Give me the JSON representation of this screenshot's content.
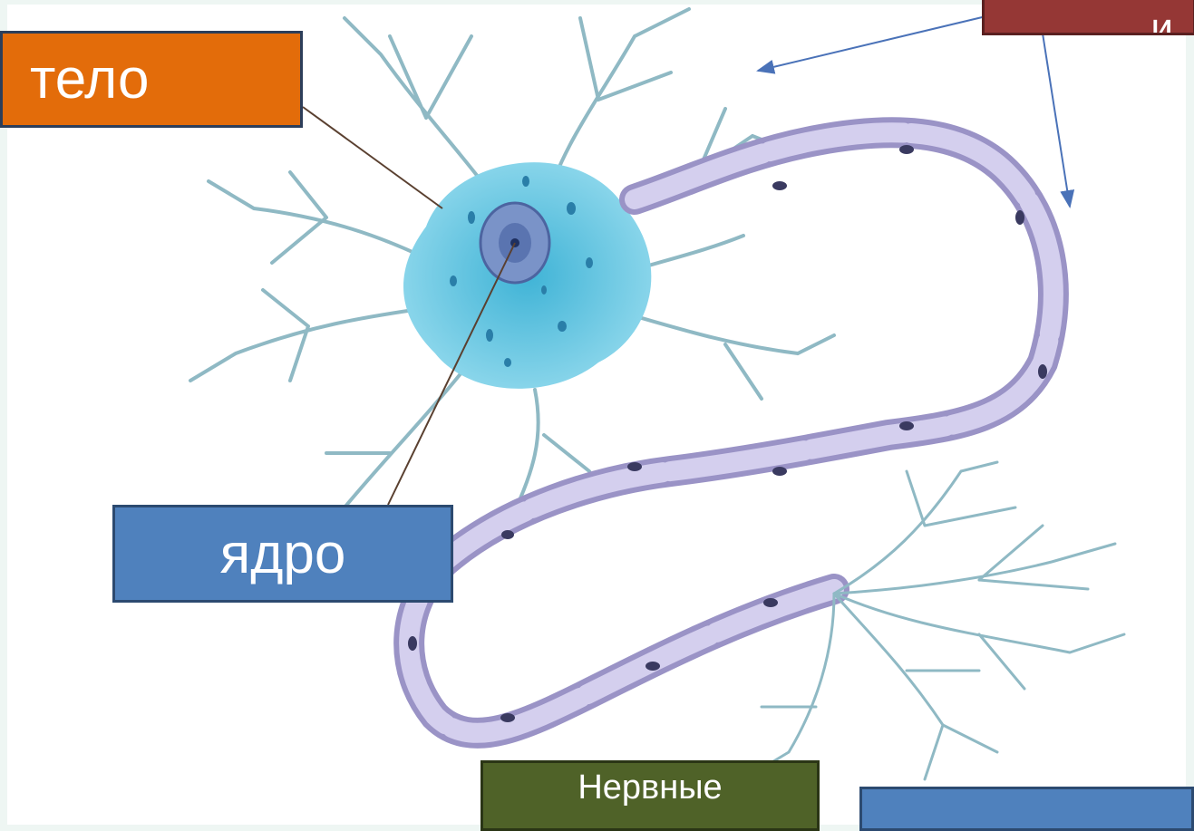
{
  "labels": {
    "telo": "тело",
    "yadro": "ядро",
    "nervnye": "Нервные",
    "top_right": "и"
  },
  "colors": {
    "telo_box": "#e36c0a",
    "yadro_box": "#4f81bd",
    "nervnye_box": "#4f6228",
    "top_right_box": "#953735",
    "bottom_right_box": "#4f81bd",
    "cell_body": "#5bc8e0",
    "nucleus": "#7a93c8",
    "myelin": "#b9b3dc",
    "dendrite": "#8fb9c4",
    "pointer_line": "#5a4030",
    "pointer_arrow": "#4a72b8"
  },
  "icons": {
    "neuron": "neuron-illustration",
    "arrow": "pointer-arrow"
  }
}
